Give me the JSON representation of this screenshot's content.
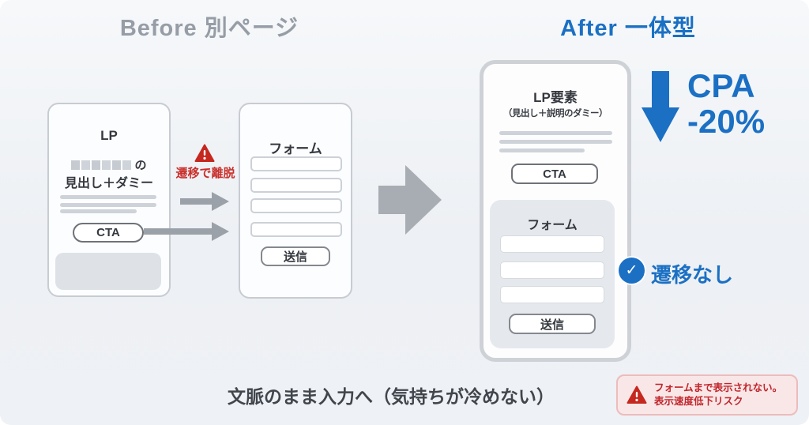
{
  "colors": {
    "background": "#eef1f5",
    "accent_blue": "#1b70c4",
    "warning_red": "#c5281f",
    "heading_gray": "#969da6",
    "card_border": "#c7ccd2",
    "arrow_gray": "#9ba1a8"
  },
  "headings": {
    "before": "Before 別ページ",
    "after": "After 一体型"
  },
  "before": {
    "lp_card": {
      "title": "LP",
      "dummy_suffix": "の",
      "dummy_caption": "見出し＋ダミー",
      "cta_label": "CTA"
    },
    "warning_label": "遷移で離脱",
    "form_card": {
      "title": "フォーム",
      "field_count": 4,
      "submit_label": "送信"
    }
  },
  "after": {
    "card": {
      "title": "LP要素",
      "subtitle": "（見出し＋説明のダミー）",
      "cta_label": "CTA",
      "form": {
        "title": "フォーム",
        "field_count": 3,
        "submit_label": "送信"
      }
    },
    "cpa": {
      "line1": "CPA",
      "line2": "-20%"
    },
    "check_label": "遷移なし"
  },
  "footer": {
    "caption": "文脈のまま入力へ（気持ちが冷めない）",
    "risk": {
      "line1": "フォームまで表示されない。",
      "line2": "表示速度低下リスク"
    }
  },
  "icons": {
    "check": "✓"
  }
}
